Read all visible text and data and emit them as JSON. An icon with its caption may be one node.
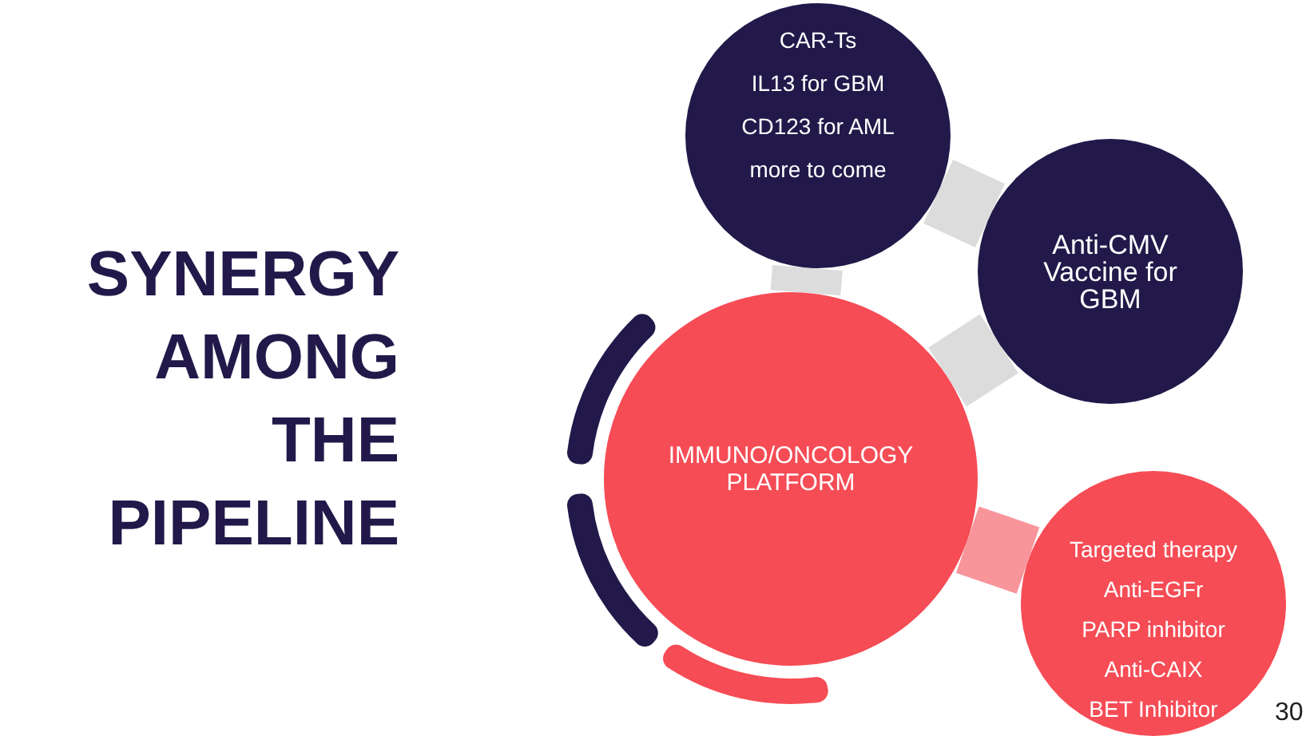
{
  "diagram": {
    "title": "SYNERGY AMONG THE PIPELINE",
    "nodes": [
      {
        "text": [
          "CAR-Ts",
          "IL13 for GBM",
          "CD123 for AML",
          "more to come"
        ]
      },
      {
        "text": [
          "Anti-CMV Vaccine for GBM"
        ]
      },
      {
        "text": [
          "IMMUNO/ONCOLOGY PLATFORM"
        ]
      },
      {
        "text": [
          "Targeted therapy",
          "Anti-EGFr",
          "PARP inhibitor",
          "Anti-CAIX",
          "BET Inhibitor"
        ]
      }
    ],
    "edges": [
      {
        "from": 0,
        "to": 1,
        "arrow": "none"
      },
      {
        "from": 0,
        "to": 2,
        "arrow": "none"
      },
      {
        "from": 1,
        "to": 2,
        "arrow": "none"
      },
      {
        "from": 2,
        "to": 3,
        "arrow": "none",
        "color": "#f7959b"
      }
    ],
    "labels": [
      "30"
    ]
  }
}
